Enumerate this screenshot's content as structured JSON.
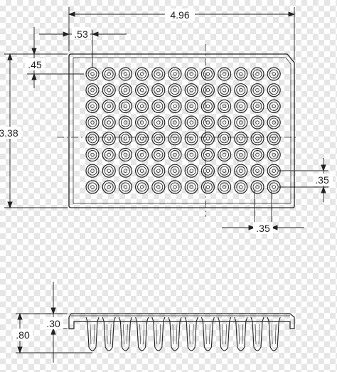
{
  "drawing": {
    "top_view": {
      "plate_width": "4.96",
      "plate_height": "3.38",
      "offset_x": ".53",
      "offset_y": ".45",
      "pitch_vertical": ".35",
      "pitch_horizontal": ".35",
      "rows": 8,
      "cols": 12
    },
    "side_view": {
      "total_height": ".80",
      "top_height": ".30",
      "tube_count": 12
    }
  },
  "colors": {
    "line": "#222222",
    "background_check": "#e6e6e6"
  }
}
